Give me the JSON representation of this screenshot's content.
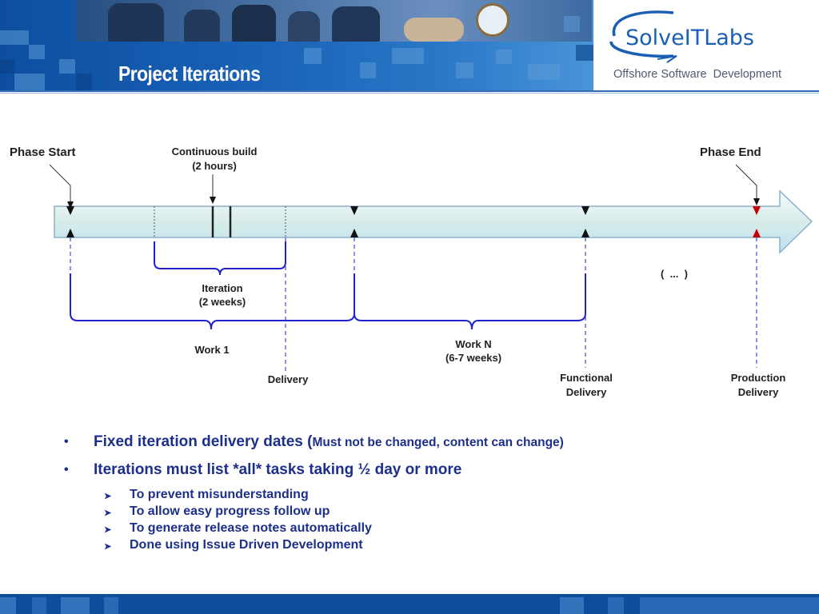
{
  "header": {
    "title": "Project Iterations",
    "logo_text": "SolveITLabs",
    "tagline": "Offshore Software  Development",
    "brand_color": "#1a5fb4"
  },
  "diagram": {
    "phase_start": "Phase Start",
    "phase_end": "Phase End",
    "continuous_build": "Continuous build",
    "continuous_build_duration": "(2 hours)",
    "iteration": "Iteration",
    "iteration_duration": "(2 weeks)",
    "work_1": "Work 1",
    "work_n": "Work N",
    "work_n_duration": "(6-7 weeks)",
    "delivery": "Delivery",
    "functional_delivery_line1": "Functional",
    "functional_delivery_line2": "Delivery",
    "production_delivery_line1": "Production",
    "production_delivery_line2": "Delivery",
    "ellipsis": "(  ...  )",
    "bracket_color": "#2222cc",
    "end_marker_color": "#cc0000"
  },
  "bullets": [
    {
      "main": "Fixed iteration delivery dates (",
      "small": "Must not be changed, content can change)"
    },
    {
      "main": "Iterations must list *all* tasks taking ½ day or more"
    }
  ],
  "sub_bullets": [
    "To prevent misunderstanding",
    "To allow easy progress follow up",
    "To generate release notes automatically",
    "Done using Issue Driven Development"
  ]
}
